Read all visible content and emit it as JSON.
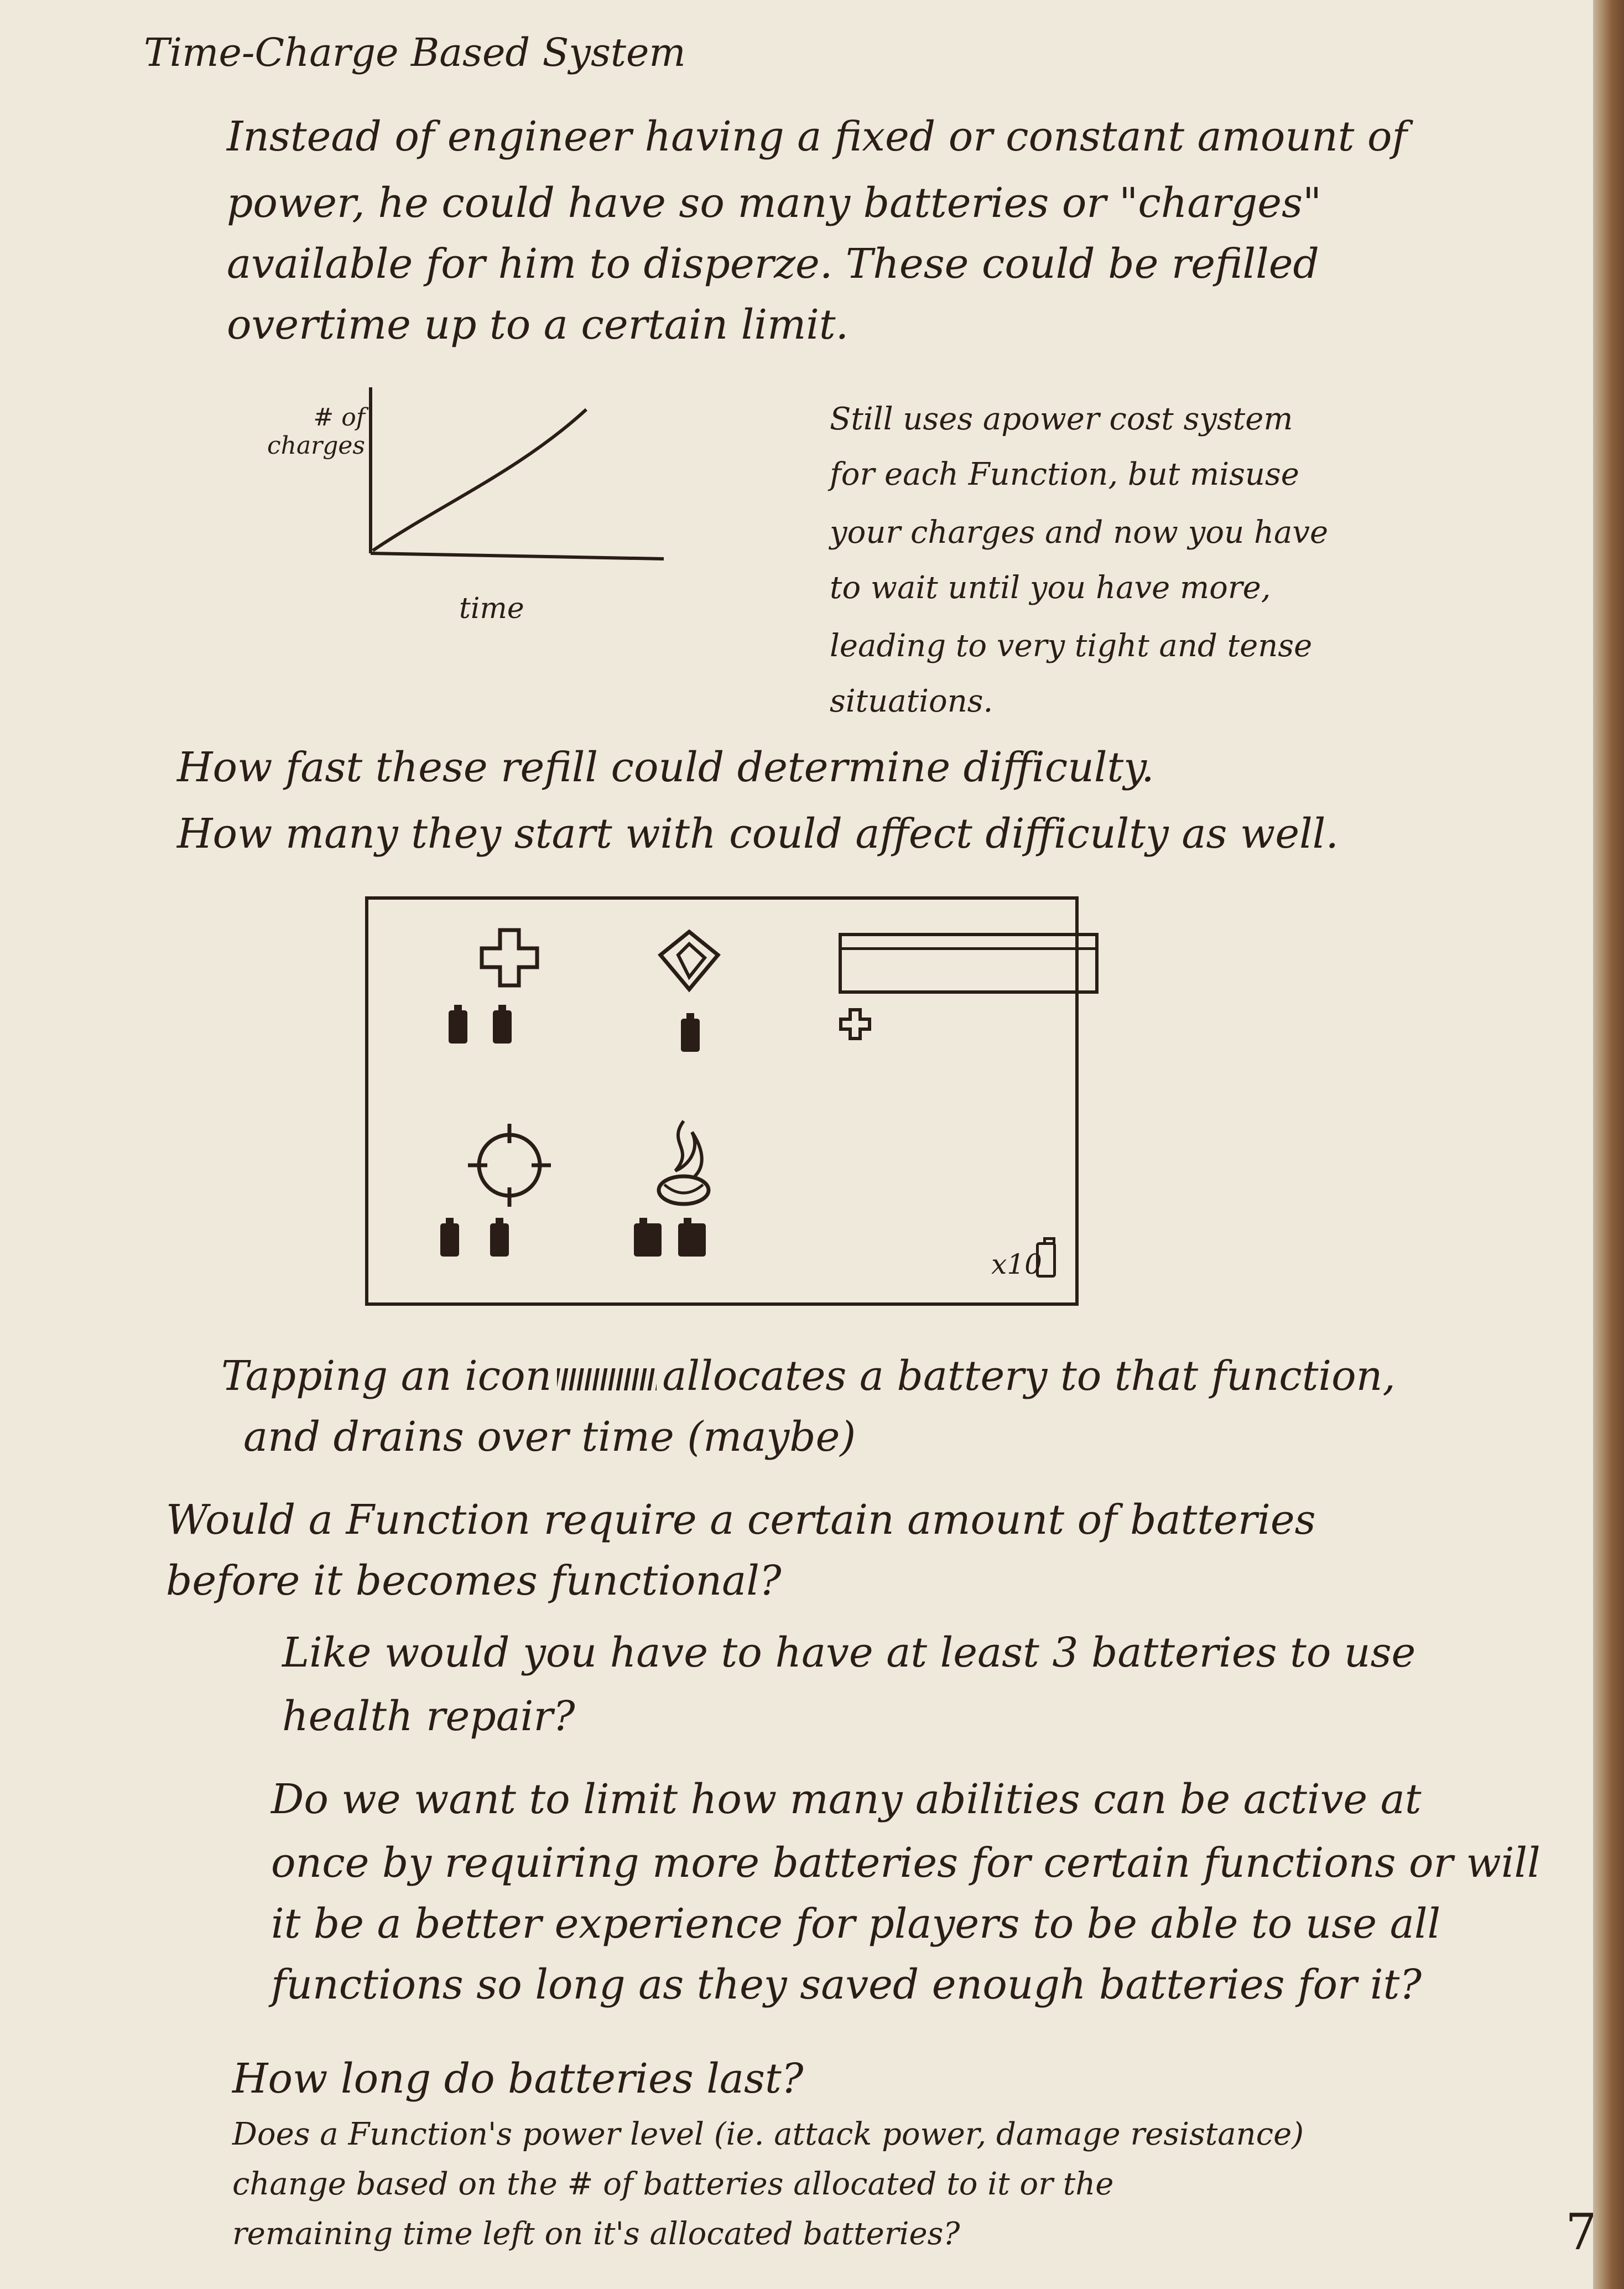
{
  "title": "Time-Charge Based System",
  "intro": [
    "Instead of engineer having a fixed or constant amount of",
    "power, he could have so many batteries or \"charges\"",
    "available for him to disperze. These could be refilled",
    "overtime up to a certain limit."
  ],
  "graph": {
    "ylabel_line1": "# of",
    "ylabel_line2": "charges",
    "xlabel": "time"
  },
  "side_note": [
    "Still uses apower cost system",
    "for each Function, but misuse",
    "your charges and now you have",
    "to wait until you have more,",
    "leading to very tight and tense",
    "situations."
  ],
  "difficulty": [
    "How fast these refill could determine difficulty.",
    "How many they start with could affect difficulty as well."
  ],
  "mockup": {
    "battery_count": "x10",
    "functions": [
      {
        "icon": "health-cross-icon",
        "batteries": 2
      },
      {
        "icon": "shield-icon",
        "batteries": 1
      },
      {
        "icon": "crosshair-icon",
        "batteries": 2
      },
      {
        "icon": "fire-icon",
        "batteries": 2
      }
    ]
  },
  "tapping": {
    "line1_a": "Tapping an icon",
    "line1_b": "allocates a battery to that function,",
    "line2": "and drains over time (maybe)"
  },
  "question1": [
    "Would a Function require a certain amount of batteries",
    "before it becomes functional?"
  ],
  "question1_example": [
    "Like would you have to have at least 3 batteries to use",
    "health repair?"
  ],
  "question2": [
    "Do we want to limit how many abilities can be active at",
    "once by requiring more batteries for certain functions or will",
    "it be a better experience for players to be able to use all",
    "functions so long as they saved enough batteries for it?"
  ],
  "question3": "How long do batteries last?",
  "question4": [
    "Does a Function's power level (ie. attack power, damage resistance)",
    "change based on the # of batteries allocated to it or the",
    "remaining time left on it's allocated batteries?"
  ],
  "page_number": "7"
}
